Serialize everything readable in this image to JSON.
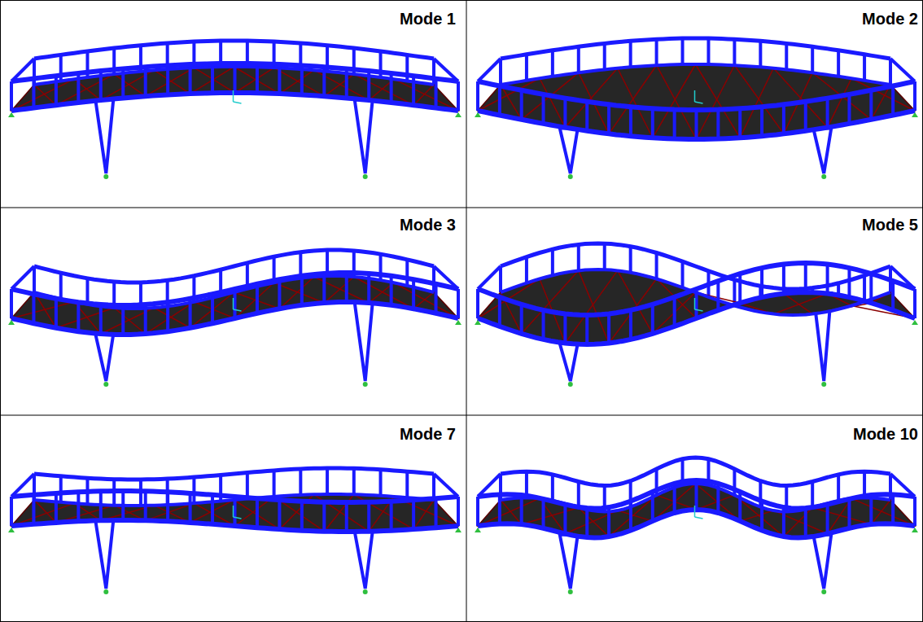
{
  "diagram": {
    "labels": [
      "Mode 1",
      "Mode 2",
      "Mode 3",
      "Mode 5",
      "Mode 7",
      "Mode 10"
    ]
  }
}
